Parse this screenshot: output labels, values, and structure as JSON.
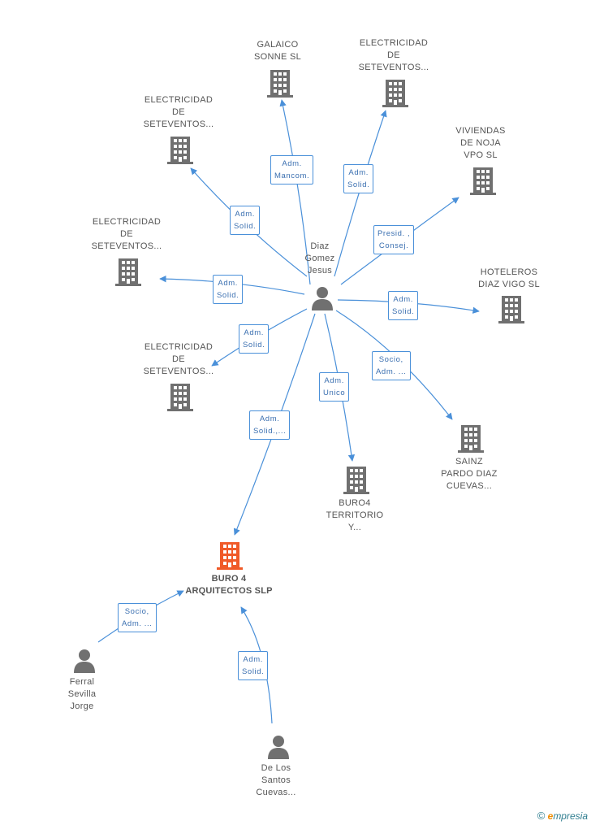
{
  "nodes": {
    "galaico": "GALAICO\nSONNE SL",
    "elec1": "ELECTRICIDAD\nDE\nSETEVENTOS...",
    "elec2": "ELECTRICIDAD\nDE\nSETEVENTOS...",
    "viviendas": "VIVIENDAS\nDE NOJA\nVPO SL",
    "elec3": "ELECTRICIDAD\nDE\nSETEVENTOS...",
    "diaz": "Diaz\nGomez\nJesus",
    "hoteleros": "HOTELEROS\nDIAZ VIGO  SL",
    "elec4": "ELECTRICIDAD\nDE\nSETEVENTOS...",
    "sainz": "SAINZ\nPARDO DIAZ\nCUEVAS...",
    "buro4t": "BURO4\nTERRITORIO\nY...",
    "buro4": "BURO 4\nARQUITECTOS SLP",
    "ferral": "Ferral\nSevilla\nJorge",
    "delos": "De Los\nSantos\nCuevas..."
  },
  "edges": {
    "e1": "Adm.\nMancom.",
    "e2": "Adm.\nSolid.",
    "e3": "Adm.\nSolid.",
    "e4": "Presid. ,\nConsej.",
    "e5": "Adm.\nSolid.",
    "e6": "Adm.\nSolid.",
    "e7": "Adm.\nSolid.",
    "e8": "Socio,\nAdm. ...",
    "e9": "Adm.\nUnico",
    "e10": "Adm.\nSolid.,...",
    "e11": "Socio,\nAdm. ...",
    "e12": "Adm.\nSolid."
  },
  "colors": {
    "edge": "#4a90d9",
    "building": "#707070",
    "main_building": "#f05a28",
    "person": "#707070"
  },
  "watermark": {
    "copyright": "©",
    "brand_initial": "e",
    "brand_rest": "mpresia"
  }
}
